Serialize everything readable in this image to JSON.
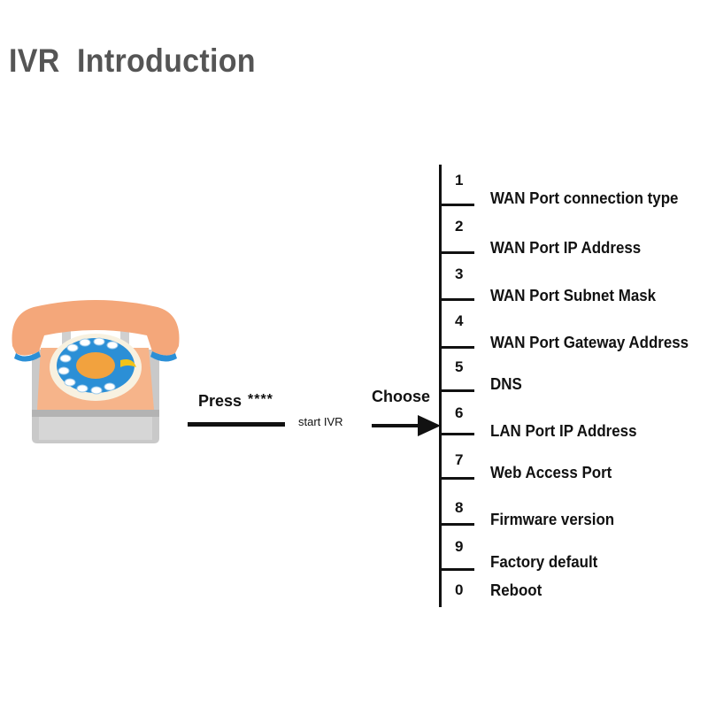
{
  "title": "IVR  Introduction",
  "flow": {
    "press_label": "Press",
    "press_code": "****",
    "start_label": "start IVR",
    "choose_label": "Choose"
  },
  "menu_items": [
    {
      "key": "1",
      "label": "WAN Port connection type"
    },
    {
      "key": "2",
      "label": "WAN Port IP Address"
    },
    {
      "key": "3",
      "label": "WAN Port Subnet Mask"
    },
    {
      "key": "4",
      "label": "WAN Port Gateway Address"
    },
    {
      "key": "5",
      "label": "DNS"
    },
    {
      "key": "6",
      "label": "LAN Port IP Address"
    },
    {
      "key": "7",
      "label": "Web Access Port"
    },
    {
      "key": "8",
      "label": "Firmware version"
    },
    {
      "key": "9",
      "label": "Factory default"
    },
    {
      "key": "0",
      "label": "Reboot"
    }
  ],
  "colors": {
    "handset": "#f4a77a",
    "body_top": "#f6b48a",
    "base": "#c9c9c9",
    "dial_blue": "#2b8fd6",
    "dial_center": "#f2a23e",
    "accent_yellow": "#f2c318"
  }
}
